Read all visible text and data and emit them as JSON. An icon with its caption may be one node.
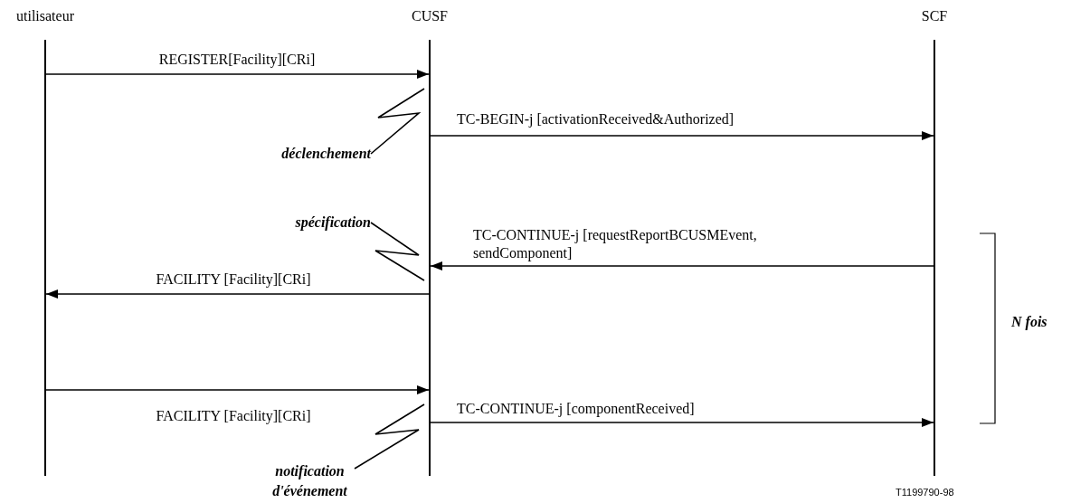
{
  "diagram": {
    "nodes": [
      {
        "text": [
          "utilisateur"
        ]
      },
      {
        "text": [
          "CUSF"
        ]
      },
      {
        "text": [
          "SCF"
        ]
      },
      {
        "text": [
          "déclenchement"
        ]
      },
      {
        "text": [
          "spécification"
        ]
      },
      {
        "text": [
          "notification d'événement"
        ]
      }
    ],
    "edges": [
      {
        "from": 0,
        "to": 1,
        "arrow": "to",
        "label": "REGISTER[Facility][CRi]"
      },
      {
        "from": 1,
        "to": 2,
        "arrow": "to",
        "label": "TC-BEGIN-j [activationReceived&Authorized]"
      },
      {
        "from": 2,
        "to": 1,
        "arrow": "to",
        "label": "TC-CONTINUE-j [requestReportBCUSMEvent, sendComponent]"
      },
      {
        "from": 1,
        "to": 0,
        "arrow": "to",
        "label": "FACILITY [Facility][CRi]"
      },
      {
        "from": 0,
        "to": 1,
        "arrow": "to",
        "label": "FACILITY [Facility][CRi]"
      },
      {
        "from": 1,
        "to": 2,
        "arrow": "to",
        "label": "TC-CONTINUE-j [componentReceived]"
      },
      {
        "from": 3,
        "to": 1,
        "arrow": "none"
      },
      {
        "from": 4,
        "to": 1,
        "arrow": "none"
      },
      {
        "from": 5,
        "to": 1,
        "arrow": "none"
      }
    ],
    "labels": [
      "N fois",
      "T1199790-98"
    ]
  }
}
